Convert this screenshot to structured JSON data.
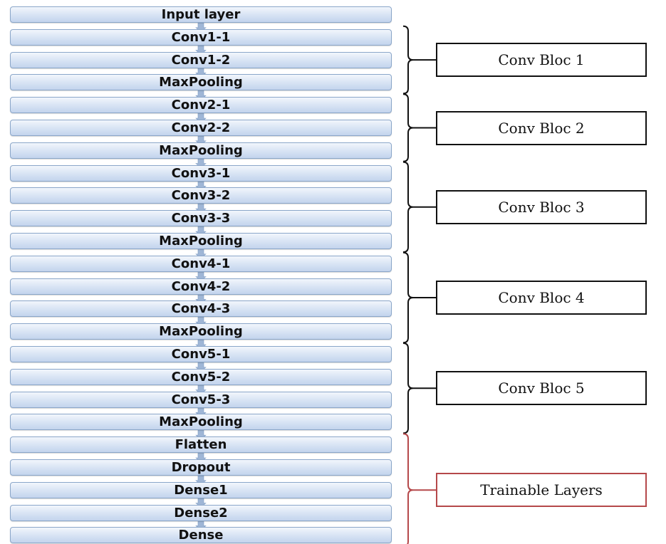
{
  "layers": [
    "Input layer",
    "Conv1-1",
    "Conv1-2",
    "MaxPooling",
    "Conv2-1",
    "Conv2-2",
    "MaxPooling",
    "Conv3-1",
    "Conv3-2",
    "Conv3-3",
    "MaxPooling",
    "Conv4-1",
    "Conv4-2",
    "Conv4-3",
    "MaxPooling",
    "Conv5-1",
    "Conv5-2",
    "Conv5-3",
    "MaxPooling",
    "Flatten",
    "Dropout",
    "Dense1",
    "Dense2",
    "Dense"
  ],
  "groups": [
    {
      "label": "Conv Bloc 1",
      "first_layer": 1,
      "last_layer": 3,
      "color": "#111111"
    },
    {
      "label": "Conv Bloc 2",
      "first_layer": 4,
      "last_layer": 6,
      "color": "#111111"
    },
    {
      "label": "Conv Bloc 3",
      "first_layer": 7,
      "last_layer": 10,
      "color": "#111111"
    },
    {
      "label": "Conv Bloc 4",
      "first_layer": 11,
      "last_layer": 14,
      "color": "#111111"
    },
    {
      "label": "Conv Bloc 5",
      "first_layer": 15,
      "last_layer": 18,
      "color": "#111111"
    },
    {
      "label": "Trainable Layers",
      "first_layer": 19,
      "last_layer": 23,
      "color": "#b5484a"
    }
  ],
  "colors": {
    "layer_fill": "#c3d4ed",
    "layer_border": "#8aa6c9",
    "arrow": "#9fb6d6"
  }
}
